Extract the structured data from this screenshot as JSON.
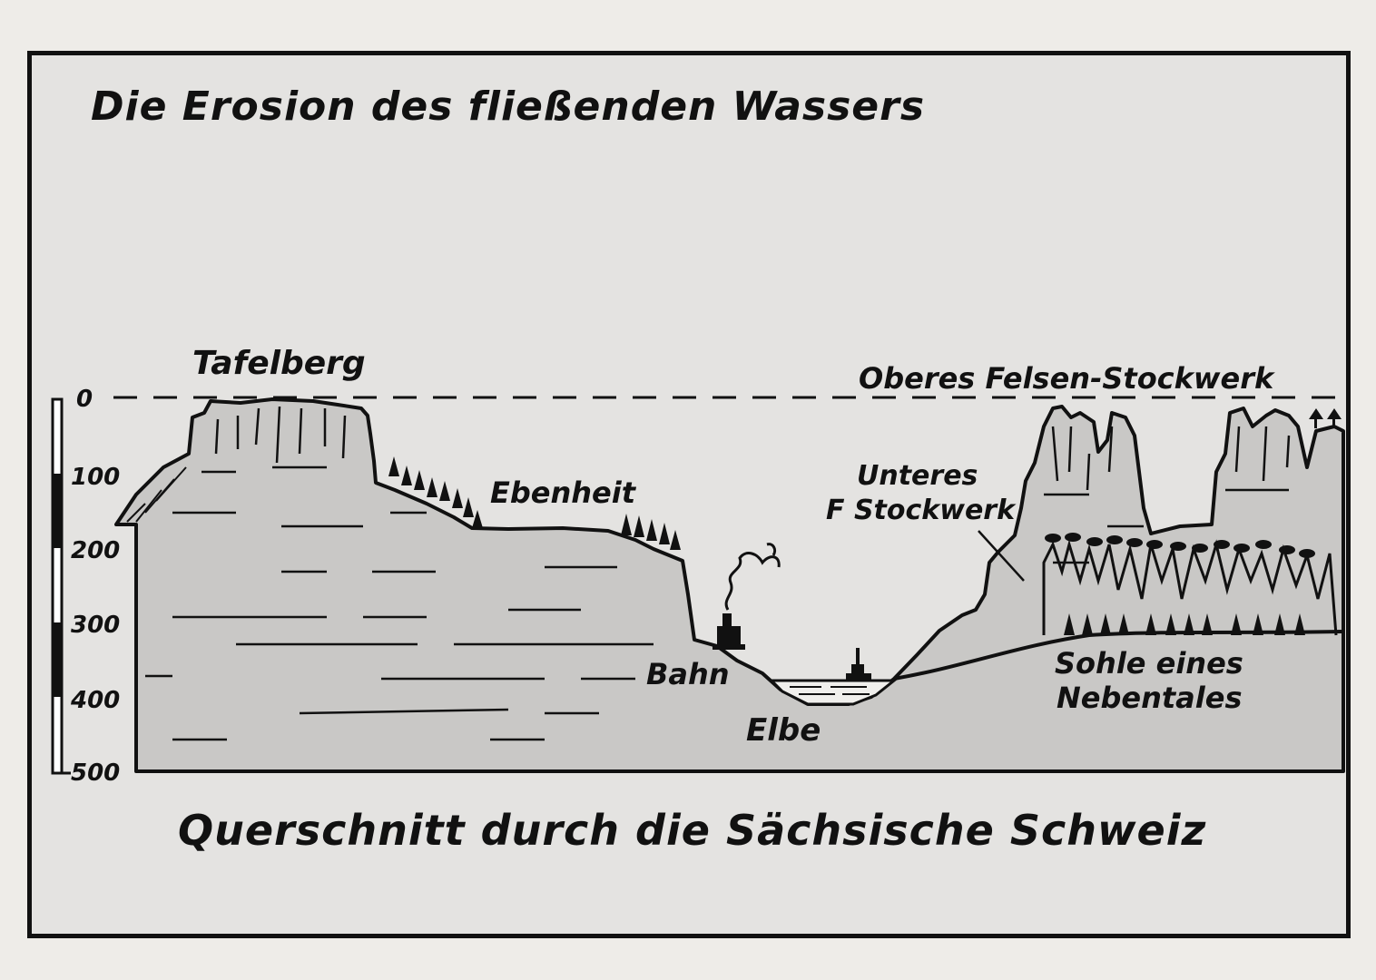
{
  "title": "Die Erosion des fließenden Wassers",
  "caption": "Querschnitt durch die Sächsische Schweiz",
  "scale": {
    "ticks": [
      "0",
      "100",
      "200",
      "300",
      "400",
      "500"
    ]
  },
  "labels": {
    "tafelberg": "Tafelberg",
    "ebenheit": "Ebenheit",
    "oberes": "Oberes Felsen-Stockwerk",
    "unteres_line1": "Unteres",
    "unteres_line2": "F Stockwerk",
    "bahn": "Bahn",
    "elbe": "Elbe",
    "sohle_line1": "Sohle eines",
    "sohle_line2": "Nebentales"
  },
  "colors": {
    "rock": "#c9c8c6",
    "ink": "#111111",
    "paper": "#e4e3e1",
    "water": "#f0efec"
  }
}
